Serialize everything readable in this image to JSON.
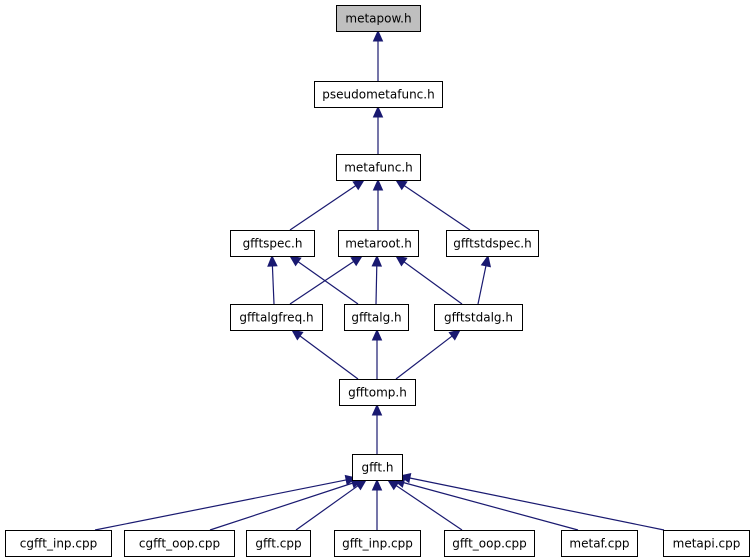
{
  "graph": {
    "nodes": [
      {
        "id": "metapow",
        "label": "metapow.h",
        "current": true
      },
      {
        "id": "pseudometafunc",
        "label": "pseudometafunc.h"
      },
      {
        "id": "metafunc",
        "label": "metafunc.h"
      },
      {
        "id": "gfftspec",
        "label": "gfftspec.h"
      },
      {
        "id": "metaroot",
        "label": "metaroot.h"
      },
      {
        "id": "gfftstdspec",
        "label": "gfftstdspec.h"
      },
      {
        "id": "gfftalgfreq",
        "label": "gfftalgfreq.h"
      },
      {
        "id": "gfftalg",
        "label": "gfftalg.h"
      },
      {
        "id": "gfftstdalg",
        "label": "gfftstdalg.h"
      },
      {
        "id": "gfftomp",
        "label": "gfftomp.h"
      },
      {
        "id": "gfft",
        "label": "gfft.h"
      },
      {
        "id": "cgfft_inp",
        "label": "cgfft_inp.cpp"
      },
      {
        "id": "cgfft_oop",
        "label": "cgfft_oop.cpp"
      },
      {
        "id": "gfft_cpp",
        "label": "gfft.cpp"
      },
      {
        "id": "gfft_inp",
        "label": "gfft_inp.cpp"
      },
      {
        "id": "gfft_oop",
        "label": "gfft_oop.cpp"
      },
      {
        "id": "metaf",
        "label": "metaf.cpp"
      },
      {
        "id": "metapi",
        "label": "metapi.cpp"
      }
    ],
    "edges": [
      {
        "from": "pseudometafunc",
        "to": "metapow"
      },
      {
        "from": "metafunc",
        "to": "pseudometafunc"
      },
      {
        "from": "gfftspec",
        "to": "metafunc"
      },
      {
        "from": "metaroot",
        "to": "metafunc"
      },
      {
        "from": "gfftstdspec",
        "to": "metafunc"
      },
      {
        "from": "gfftalgfreq",
        "to": "gfftspec"
      },
      {
        "from": "gfftalgfreq",
        "to": "metaroot"
      },
      {
        "from": "gfftalg",
        "to": "gfftspec"
      },
      {
        "from": "gfftalg",
        "to": "metaroot"
      },
      {
        "from": "gfftstdalg",
        "to": "metaroot"
      },
      {
        "from": "gfftstdalg",
        "to": "gfftstdspec"
      },
      {
        "from": "gfftomp",
        "to": "gfftalgfreq"
      },
      {
        "from": "gfftomp",
        "to": "gfftalg"
      },
      {
        "from": "gfftomp",
        "to": "gfftstdalg"
      },
      {
        "from": "gfft",
        "to": "gfftomp"
      },
      {
        "from": "cgfft_inp",
        "to": "gfft"
      },
      {
        "from": "cgfft_oop",
        "to": "gfft"
      },
      {
        "from": "gfft_cpp",
        "to": "gfft"
      },
      {
        "from": "gfft_inp",
        "to": "gfft"
      },
      {
        "from": "gfft_oop",
        "to": "gfft"
      },
      {
        "from": "metaf",
        "to": "gfft"
      },
      {
        "from": "metapi",
        "to": "gfft"
      }
    ]
  }
}
